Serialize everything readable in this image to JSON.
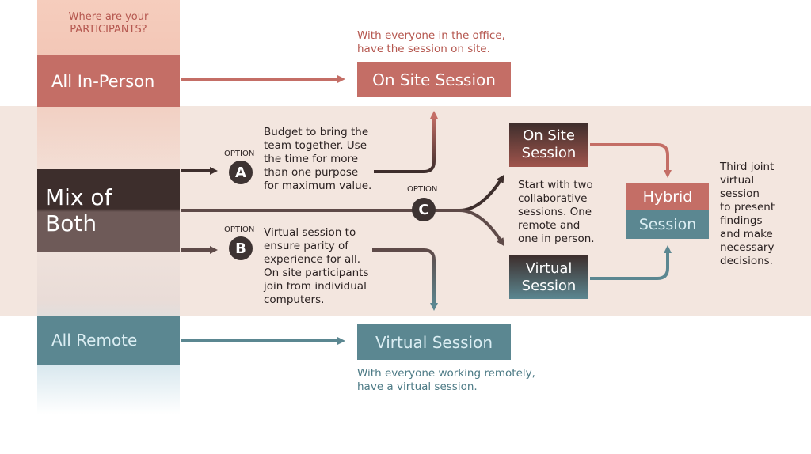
{
  "question": "Where are your\nPARTICIPANTS?",
  "rows": {
    "in_person": "All In-Person",
    "mix": "Mix of\nBoth",
    "remote": "All Remote"
  },
  "sessions": {
    "on_site": "On Site Session",
    "virtual": "Virtual Session",
    "on_site_small": "On Site\nSession",
    "virtual_small": "Virtual\nSession",
    "hybrid_top": "Hybrid",
    "hybrid_bottom": "Session"
  },
  "notes": {
    "on_site": "With everyone in the office,\nhave the session on site.",
    "virtual": "With everyone working remotely,\nhave a virtual session.",
    "option_a": "Budget to bring the\nteam together. Use\nthe time for more\nthan one purpose\nfor maximum value.",
    "option_b": "Virtual session to\nensure parity of\nexperience for all.\nOn site participants\njoin from individual\ncomputers.",
    "option_c": "Start with two\ncollaborative\nsessions. One\nremote and\none in person.",
    "hybrid": "Third joint\nvirtual\nsession\nto present\nfindings\nand make\nnecessary\ndecisions."
  },
  "options": {
    "label": "OPTION",
    "a": "A",
    "b": "B",
    "c": "C"
  },
  "colors": {
    "rose": "#c46e66",
    "dark": "#3d2e2c",
    "teal": "#5b8791",
    "arrow_mix": "#5e4a48"
  }
}
